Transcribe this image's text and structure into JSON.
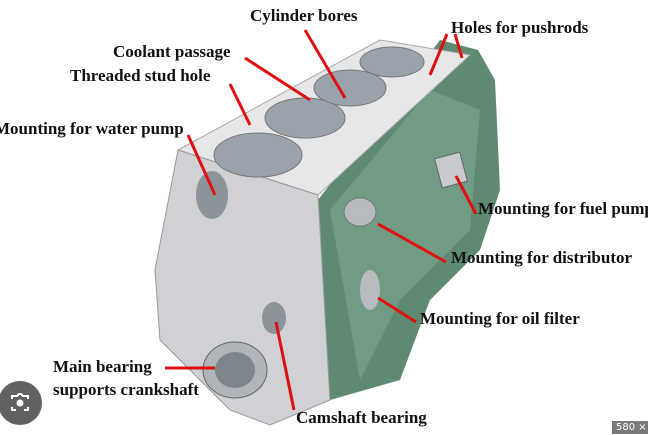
{
  "labels": {
    "cylinder_bores": "Cylinder bores",
    "holes_pushrods": "Holes for pushrods",
    "coolant_passage": "Coolant passage",
    "threaded_stud_hole": "Threaded stud hole",
    "water_pump": "Mounting for water pump",
    "fuel_pump": "Mounting for fuel pump",
    "distributor": "Mounting for distributor",
    "oil_filter": "Mounting for oil filter",
    "main_bearing_1": "Main bearing",
    "main_bearing_2": "supports crankshaft",
    "camshaft_bearing": "Camshaft bearing"
  },
  "badge": "580 ×",
  "colors": {
    "arrow": "#e01010",
    "block_silver": "#d9dadc",
    "block_green": "#5f8a72"
  }
}
